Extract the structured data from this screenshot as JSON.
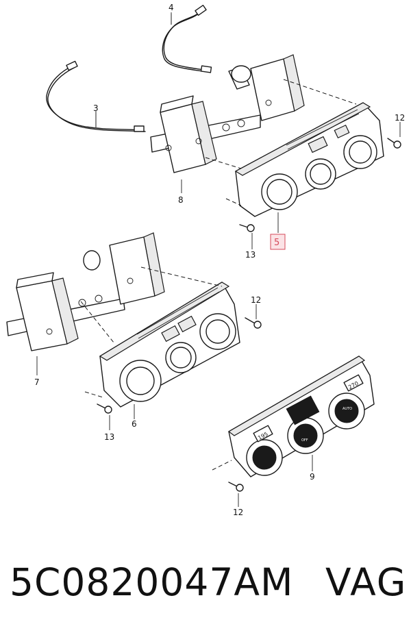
{
  "callouts": {
    "c3": "3",
    "c4": "4",
    "c5": "5",
    "c6": "6",
    "c7": "7",
    "c8": "8",
    "c9": "9",
    "c12a": "12",
    "c12b": "12",
    "c12c": "12",
    "c13a": "13",
    "c13b": "13"
  },
  "highlighted_callout": "5",
  "panel_labels": {
    "left_temp": "195",
    "right_temp": "270",
    "auto": "AUTO",
    "off": "OFF"
  },
  "footer": {
    "part_number": "5C0820047AM",
    "brand": "VAG"
  },
  "colors": {
    "line": "#1a1a1a",
    "highlight": "#d64a5a",
    "highlight_fill": "#fbe3e6"
  }
}
